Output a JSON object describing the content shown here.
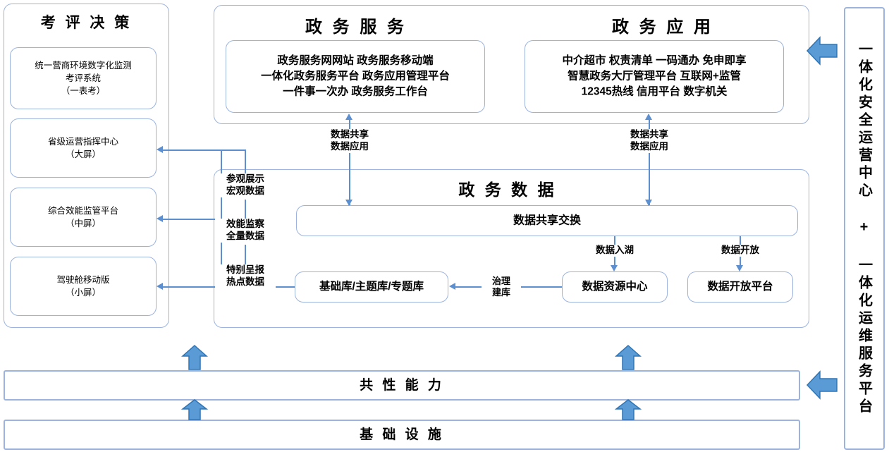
{
  "diagram": {
    "title_eval": "考 评 决 策",
    "title_service": "政 务 服 务",
    "title_application": "政 务 应 用",
    "title_data": "政 务 数 据"
  },
  "eval_panel": {
    "header": "考 评 决 策",
    "boxes": [
      {
        "line1": "统一营商环境数字化监测",
        "line2": "考评系统",
        "line3": "（一表考）"
      },
      {
        "line1": "省级运营指挥中心",
        "line2": "（大屏）",
        "line3": ""
      },
      {
        "line1": "综合效能监管平台",
        "line2": "（中屏）",
        "line3": ""
      },
      {
        "line1": "驾驶舱移动版",
        "line2": "（小屏）",
        "line3": ""
      }
    ]
  },
  "service_panel": {
    "header": "政 务 服 务",
    "items_line1": "政务服务网网站 政务服务移动端",
    "items_line2": "一体化政务服务平台 政务应用管理平台",
    "items_line3": "一件事一次办 政务服务工作台"
  },
  "application_panel": {
    "header": "政 务 应 用",
    "items_line1": "中介超市 权责清单 一码通办 免申即享",
    "items_line2": "智慧政务大厅管理平台 互联网+监管",
    "items_line3": "12345热线 信用平台 数字机关"
  },
  "data_panel": {
    "header": "政 务 数 据",
    "exchange_bar": "数据共享交换",
    "library_box": "基础库/主题库/专题库",
    "resource_center_box": "数据资源中心",
    "open_platform_box": "数据开放平台"
  },
  "edge_labels": {
    "share_apply_left_l1": "数据共享",
    "share_apply_left_l2": "数据应用",
    "share_apply_right_l1": "数据共享",
    "share_apply_right_l2": "数据应用",
    "visit_display_l1": "参观展示",
    "visit_display_l2": "宏观数据",
    "efficiency_l1": "效能监察",
    "efficiency_l2": "全量数据",
    "special_report_l1": "特别呈报",
    "special_report_l2": "热点数据",
    "governance_l1": "治理",
    "governance_l2": "建库",
    "data_to_lake": "数据入湖",
    "data_open": "数据开放"
  },
  "bottom_bars": {
    "common_capability": "共 性 能 力",
    "infrastructure": "基 础 设 施"
  },
  "right_column": {
    "label": "一体化安全运营中心 + 一体化运维服务平台"
  },
  "icons": {
    "block_arrow_up": "block-arrow-up-icon",
    "block_arrow_left": "block-arrow-left-icon"
  },
  "colors": {
    "border": "#9bb3dd",
    "connector": "#5b8fd0",
    "arrow_fill": "#5b9bd5",
    "arrow_stroke": "#2e75b6",
    "background": "#ffffff"
  }
}
